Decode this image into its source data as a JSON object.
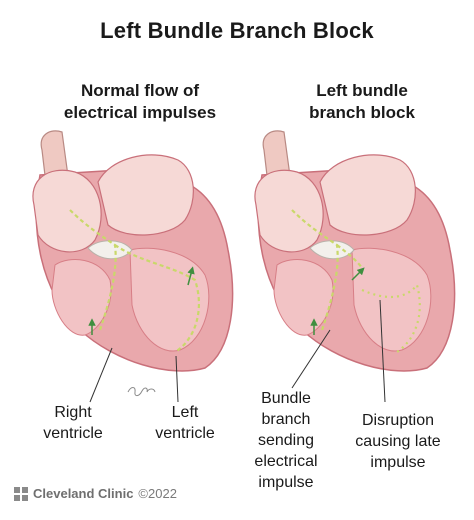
{
  "title": "Left Bundle Branch Block",
  "panels": {
    "normal": {
      "line1": "Normal flow of",
      "line2": "electrical impulses"
    },
    "block": {
      "line1": "Left bundle",
      "line2": "branch block"
    }
  },
  "labels": {
    "right_ventricle": {
      "line1": "Right",
      "line2": "ventricle"
    },
    "left_ventricle": {
      "line1": "Left",
      "line2": "ventricle"
    },
    "bundle_branch": {
      "line1": "Bundle",
      "line2": "branch",
      "line3": "sending",
      "line4": "electrical",
      "line5": "impulse"
    },
    "disruption": {
      "line1": "Disruption",
      "line2": "causing late",
      "line3": "impulse"
    }
  },
  "footer": {
    "brand": "Cleveland Clinic",
    "copyright": "©2022"
  },
  "colors": {
    "muscle": "#e9a8ac",
    "muscle_dark": "#d77e86",
    "chamber": "#f6d9d6",
    "vessel": "#efc9c2",
    "valve": "#f3f0ec",
    "conduction": "#c9d86a",
    "arrow": "#3f8f3f"
  }
}
